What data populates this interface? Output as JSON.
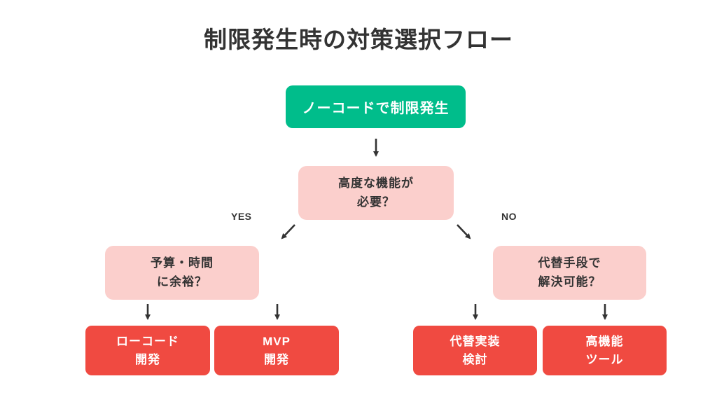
{
  "title": "制限発生時の対策選択フロー",
  "labels": {
    "yes": "YES",
    "no": "NO"
  },
  "colors": {
    "bg": "#ffffff",
    "green": "#00bd8b",
    "pink": "#fbcfcc",
    "red": "#f04a41",
    "ink": "#333333",
    "arrow": "#333333",
    "white": "#ffffff"
  },
  "nodes": {
    "start": {
      "label": "ノーコードで制限発生"
    },
    "q_advanced": {
      "line1": "高度な機能が",
      "line2": "必要？"
    },
    "q_budget": {
      "line1": "予算・時間",
      "line2": "に余裕？"
    },
    "q_alt": {
      "line1": "代替手段で",
      "line2": "解決可能？"
    },
    "r_lowcode": {
      "line1": "ローコード",
      "line2": "開発"
    },
    "r_mvp": {
      "line1": "MVP",
      "line2": "開発"
    },
    "r_altimpl": {
      "line1": "代替実装",
      "line2": "検討"
    },
    "r_hightool": {
      "line1": "高機能",
      "line2": "ツール"
    }
  }
}
